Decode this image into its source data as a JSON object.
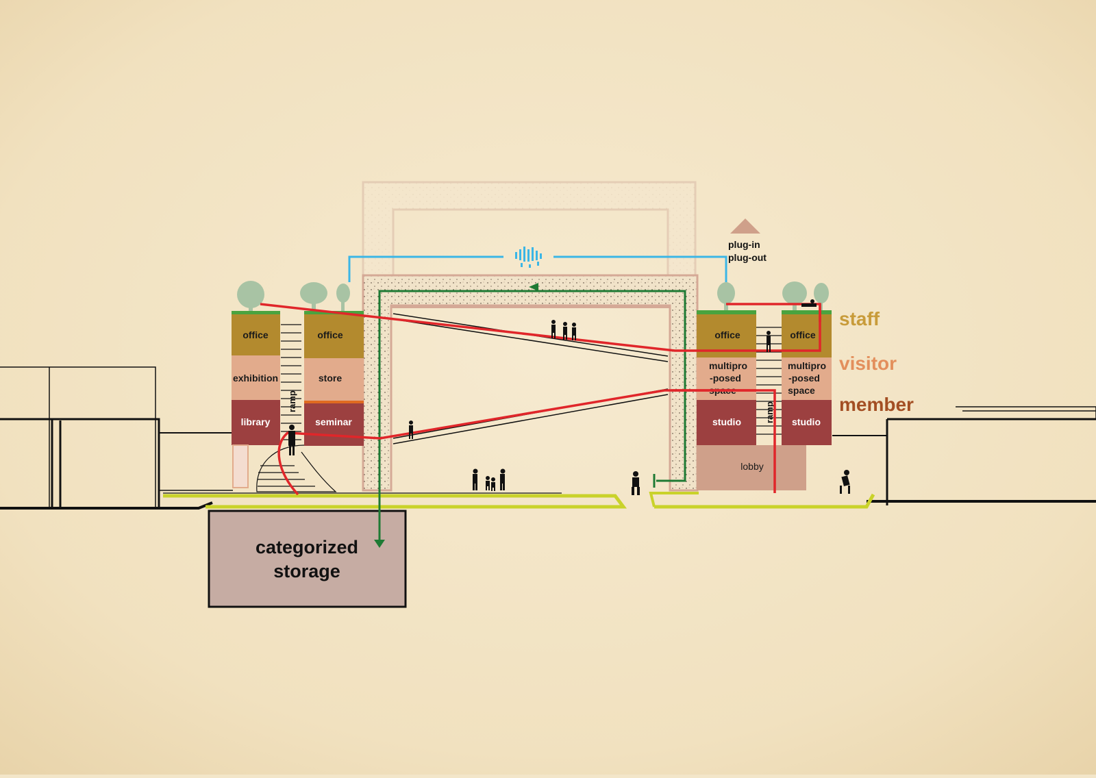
{
  "colors": {
    "paper": "#f3e6c9",
    "office": "#b38a2e",
    "visitor_space": "#e2ab8c",
    "member_space": "#9c4040",
    "lobby": "#cfa08a",
    "storage": "#c6aca3",
    "staff_legend": "#c89b3a",
    "visitor_legend": "#e38f5c",
    "member_legend": "#a34e23",
    "visitor_path": "#e0262a",
    "data_path": "#3bb6e6",
    "storage_path": "#1e7a34",
    "ground_strip": "#c9d22a",
    "tree": "#a8c3a4",
    "roof_green": "#4aa33f"
  },
  "legend": {
    "staff": "staff",
    "visitor": "visitor",
    "member": "member"
  },
  "rooms": {
    "office_1": "office",
    "office_2": "office",
    "office_3": "office",
    "office_4": "office",
    "exhibition": "exhibition",
    "store": "store",
    "library": "library",
    "seminar": "seminar",
    "multipurpose_1": [
      "multipro",
      "-posed",
      "space"
    ],
    "multipurpose_2": [
      "multipro",
      "-posed",
      "space"
    ],
    "studio_1": "studio",
    "studio_2": "studio",
    "lobby": "lobby"
  },
  "ramp_left": "ramp",
  "ramp_right": "ramp",
  "plug": [
    "plug-in",
    "plug-out"
  ],
  "storage": [
    "categorized",
    "storage"
  ],
  "icons": {
    "plug_arrow": "triangle-up-icon",
    "data_cloud": "data-stream-icon",
    "people": "person-silhouette-icon",
    "trees": "tree-icon"
  }
}
